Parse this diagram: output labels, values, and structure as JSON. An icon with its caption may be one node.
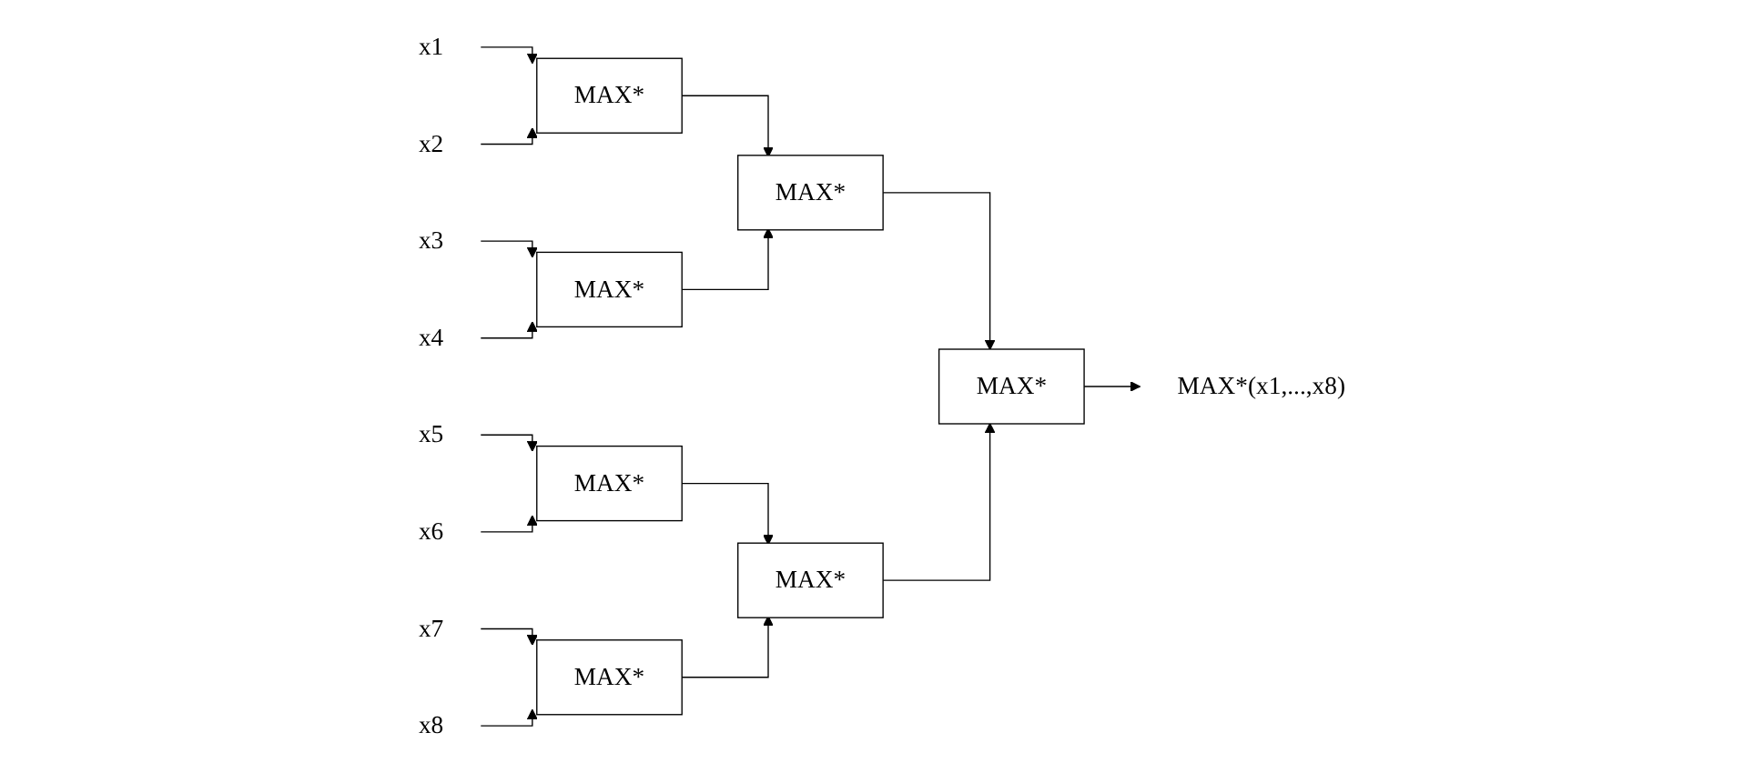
{
  "diagram": {
    "nodes": [
      {
        "text": [
          "x1"
        ]
      },
      {
        "text": [
          "x2"
        ]
      },
      {
        "text": [
          "x3"
        ]
      },
      {
        "text": [
          "x4"
        ]
      },
      {
        "text": [
          "x5"
        ]
      },
      {
        "text": [
          "x6"
        ]
      },
      {
        "text": [
          "x7"
        ]
      },
      {
        "text": [
          "x8"
        ]
      },
      {
        "text": [
          "MAX*"
        ]
      },
      {
        "text": [
          "MAX*"
        ]
      },
      {
        "text": [
          "MAX*"
        ]
      },
      {
        "text": [
          "MAX*"
        ]
      },
      {
        "text": [
          "MAX*"
        ]
      },
      {
        "text": [
          "MAX*"
        ]
      },
      {
        "text": [
          "MAX*"
        ]
      },
      {
        "text": [
          "MAX*(x1,...,x8)"
        ]
      }
    ],
    "edges": [
      {
        "from": 0,
        "to": 8,
        "arrow": "to"
      },
      {
        "from": 1,
        "to": 8,
        "arrow": "to"
      },
      {
        "from": 2,
        "to": 9,
        "arrow": "to"
      },
      {
        "from": 3,
        "to": 9,
        "arrow": "to"
      },
      {
        "from": 4,
        "to": 10,
        "arrow": "to"
      },
      {
        "from": 5,
        "to": 10,
        "arrow": "to"
      },
      {
        "from": 6,
        "to": 11,
        "arrow": "to"
      },
      {
        "from": 7,
        "to": 11,
        "arrow": "to"
      },
      {
        "from": 8,
        "to": 12,
        "arrow": "to"
      },
      {
        "from": 9,
        "to": 12,
        "arrow": "to"
      },
      {
        "from": 10,
        "to": 13,
        "arrow": "to"
      },
      {
        "from": 11,
        "to": 13,
        "arrow": "to"
      },
      {
        "from": 12,
        "to": 14,
        "arrow": "to"
      },
      {
        "from": 13,
        "to": 14,
        "arrow": "to"
      },
      {
        "from": 14,
        "to": 15,
        "arrow": "to"
      }
    ]
  }
}
